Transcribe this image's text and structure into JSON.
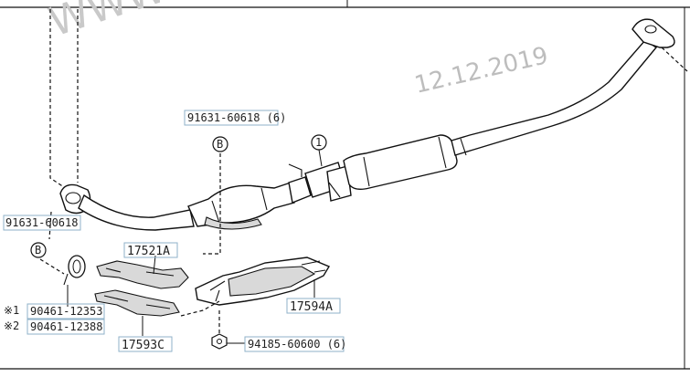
{
  "watermark": {
    "date": "12.12.2019",
    "url_fragment": "WWW"
  },
  "callouts": {
    "item_number": "1",
    "ref_b_top": "B",
    "ref_b_left": "B",
    "mark_1": "※1",
    "mark_2": "※2"
  },
  "parts": {
    "bolt_top": "91631-60618 (6)",
    "bolt_left": "91631-60618",
    "insulator_upper": "17521A",
    "insulator_lower": "17593C",
    "heat_shield": "17594A",
    "clamp_1": "90461-12353",
    "clamp_2": "90461-12388",
    "nut": "94185-60600 (6)"
  }
}
